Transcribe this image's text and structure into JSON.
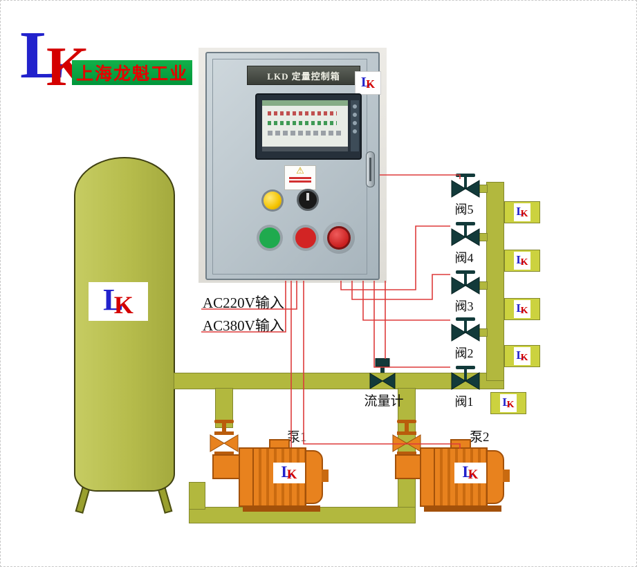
{
  "logo": {
    "letter_l": "L",
    "letter_k": "K",
    "company": "上海龙魁工业"
  },
  "cabinet": {
    "title": "LKD 定量控制箱",
    "warning_icon": "⚠"
  },
  "wiring": {
    "ac220_label": "AC220V输入",
    "ac380_label": "AC380V输入"
  },
  "flow_meter": {
    "label": "流量计"
  },
  "pumps": [
    {
      "label": "泵1"
    },
    {
      "label": "泵2"
    }
  ],
  "valves": [
    {
      "label": "阀5"
    },
    {
      "label": "阀4"
    },
    {
      "label": "阀3"
    },
    {
      "label": "阀2"
    },
    {
      "label": "阀1"
    }
  ],
  "colors": {
    "pipe": "#b2b83e",
    "tank": "#bdc355",
    "pump_orange": "#e8821e",
    "valve_dark": "#123a3a",
    "wire_red": "#dd3a3a",
    "banner_green": "#00963a",
    "logo_blue": "#2222cc",
    "logo_red": "#d40000"
  }
}
